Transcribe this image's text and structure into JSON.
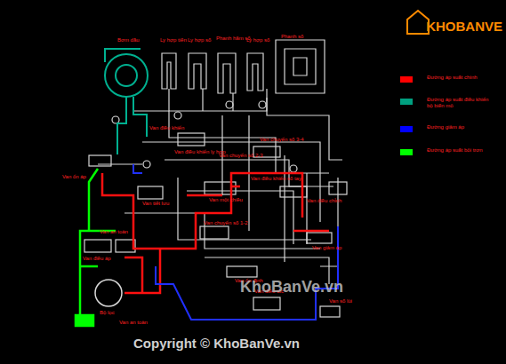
{
  "diagram": {
    "labels": [
      "Bơm dầu",
      "Ly hợp tiến",
      "Ly hợp số",
      "Phanh hãm số",
      "Ly hợp số",
      "Phanh số",
      "Van điều khiển",
      "Van ổn áp",
      "Van điều khiển ly hợp",
      "Van chuyển số 2-3",
      "Van chuyển số 3-4",
      "Van tiết lưu",
      "Van an toàn",
      "Van điều khiển số tay",
      "Van điều chỉnh",
      "Van chuyển số 1-2",
      "Van giảm áp",
      "Van ổn định",
      "Bộ lọc",
      "Van an toàn",
      "Van điều tốc",
      "Van số lùi",
      "Van điều áp",
      "Van một chiều",
      "KHOBANVE",
      "KhoBanVe.vn",
      "Copyright © KhoBanVe.vn"
    ],
    "legend": [
      {
        "text": "Đường áp suất chính",
        "color": "#ff0000"
      },
      {
        "text": "Đường áp suất điều khiển bộ biến mô",
        "color": "#00a080"
      },
      {
        "text": "Đường giảm áp",
        "color": "#0000ff"
      },
      {
        "text": "Đường áp suất bôi trơn",
        "color": "#00ff00"
      }
    ]
  }
}
